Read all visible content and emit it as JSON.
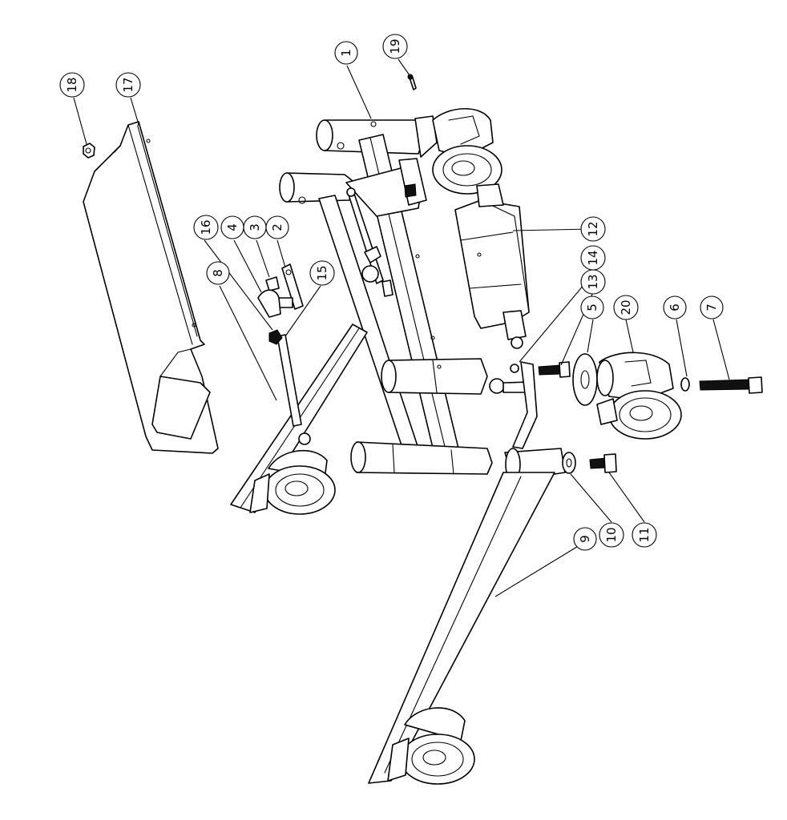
{
  "balloons": [
    {
      "id": "1",
      "label": "1"
    },
    {
      "id": "2",
      "label": "2"
    },
    {
      "id": "3",
      "label": "3"
    },
    {
      "id": "4",
      "label": "4"
    },
    {
      "id": "5",
      "label": "5"
    },
    {
      "id": "6",
      "label": "6"
    },
    {
      "id": "7",
      "label": "7"
    },
    {
      "id": "8",
      "label": "8"
    },
    {
      "id": "9",
      "label": "9"
    },
    {
      "id": "10",
      "label": "10"
    },
    {
      "id": "11",
      "label": "11"
    },
    {
      "id": "12",
      "label": "12"
    },
    {
      "id": "13",
      "label": "13"
    },
    {
      "id": "14",
      "label": "14"
    },
    {
      "id": "15",
      "label": "15"
    },
    {
      "id": "16",
      "label": "16"
    },
    {
      "id": "17",
      "label": "17"
    },
    {
      "id": "18",
      "label": "18"
    },
    {
      "id": "19",
      "label": "19"
    },
    {
      "id": "20",
      "label": "20"
    }
  ],
  "colors": {
    "line": "#000000",
    "background": "#ffffff",
    "shade": "#d9d9d9"
  }
}
